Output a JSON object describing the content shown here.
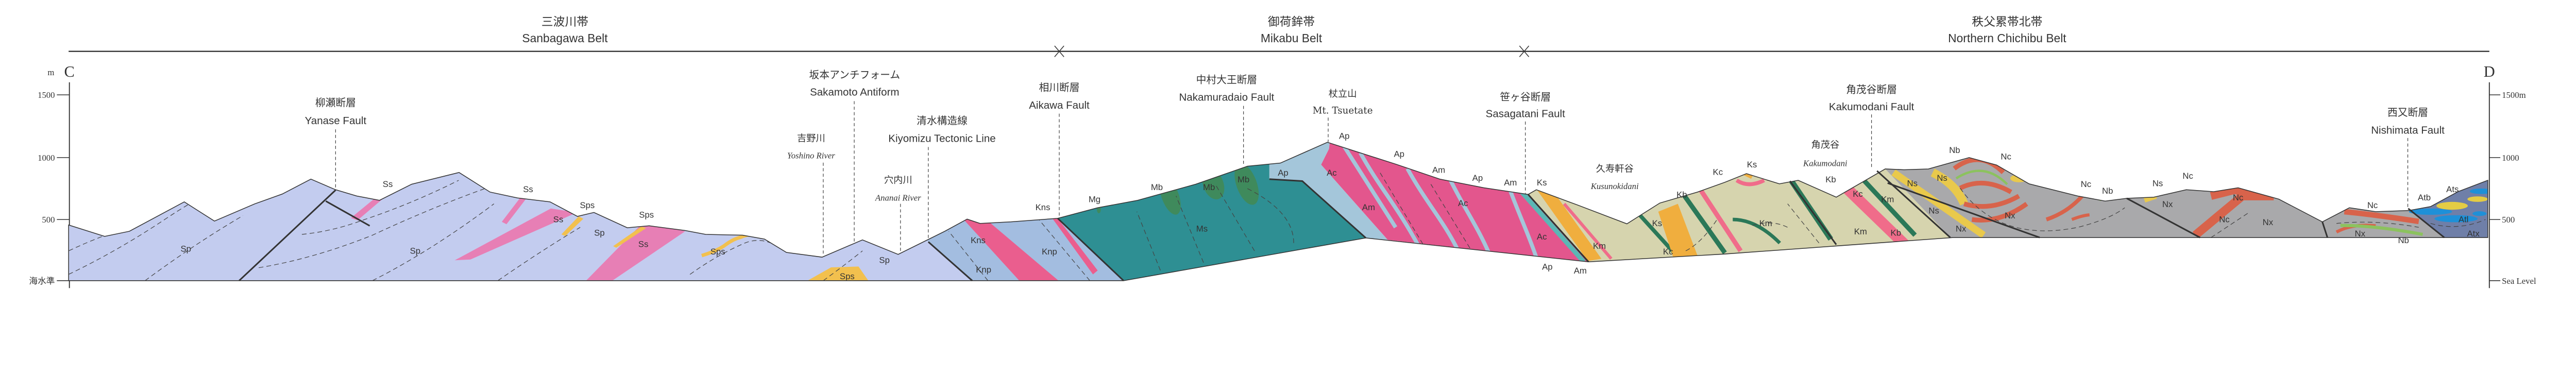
{
  "belts": [
    {
      "jp": "三波川帯",
      "en": "Sanbagawa Belt"
    },
    {
      "jp": "御荷鉾帯",
      "en": "Mikabu Belt"
    },
    {
      "jp": "秩父累帯北帯",
      "en": "Northern Chichibu Belt"
    }
  ],
  "section": {
    "start": "C",
    "end": "D"
  },
  "left_axis": {
    "unit": "m",
    "ticks": [
      "1500",
      "1000",
      "500",
      "海水準"
    ]
  },
  "right_axis": {
    "ticks": [
      "1500m",
      "1000",
      "500",
      "Sea Level"
    ]
  },
  "features": [
    {
      "jp": "柳瀬断層",
      "en": "Yanase Fault"
    },
    {
      "jp": "坂本アンチフォーム",
      "en": "Sakamoto Antiform"
    },
    {
      "jp": "吉野川",
      "en": "Yoshino River"
    },
    {
      "jp": "清水構造線",
      "en": "Kiyomizu Tectonic Line"
    },
    {
      "jp": "穴内川",
      "en": "Ananai River"
    },
    {
      "jp": "相川断層",
      "en": "Aikawa Fault"
    },
    {
      "jp": "中村大王断層",
      "en": "Nakamuradaio Fault"
    },
    {
      "jp": "杖立山",
      "en": "Mt. Tsuetate"
    },
    {
      "jp": "笹ヶ谷断層",
      "en": "Sasagatani Fault"
    },
    {
      "jp": "久寿軒谷",
      "en": "Kusunokidani"
    },
    {
      "jp": "角茂谷断層",
      "en": "Kakumodani Fault"
    },
    {
      "jp": "角茂谷",
      "en": "Kakumodani"
    },
    {
      "jp": "西又断層",
      "en": "Nishimata Fault"
    }
  ],
  "unit_labels": [
    "Ss",
    "Ss",
    "Sps",
    "Sps",
    "Ss",
    "Sp",
    "Ss",
    "Sps",
    "Sp",
    "Sp",
    "Sps",
    "Sp",
    "Kns",
    "Knp",
    "Kns",
    "Mg",
    "Knp",
    "Mb",
    "Mb",
    "Mb",
    "Ms",
    "Ap",
    "Ap",
    "Ac",
    "Am",
    "Ap",
    "Am",
    "Ac",
    "Ap",
    "Am",
    "Ks",
    "Ac",
    "Ap",
    "Am",
    "Km",
    "Ks",
    "Kc",
    "Kb",
    "Kc",
    "Ks",
    "Kb",
    "Kc",
    "Km",
    "Km",
    "Km",
    "Kb",
    "Ns",
    "Ns",
    "Ns",
    "Nx",
    "Nb",
    "Nc",
    "Nx",
    "Nc",
    "Nb",
    "Ns",
    "Nc",
    "Nx",
    "Nc",
    "Nc",
    "Nx",
    "Nc",
    "Nx",
    "Nb",
    "Atb",
    "Ats",
    "Atl",
    "Atx"
  ],
  "colors": {
    "Sp": "#c3ccef",
    "Ss": "#e77fb5",
    "Sps": "#f2c04e",
    "Knp": "#a3bde0",
    "Kns": "#ea5e8e",
    "Ms": "#2e8f93",
    "Mb": "#3f8a5c",
    "Ap": "#a4c6da",
    "Ac": "#e3568d",
    "Am": "#5ab7b5",
    "Km": "#d6d4ae",
    "Ks": "#f0ae3e",
    "Kc": "#f06c8a",
    "Kb": "#2b7858",
    "Nx": "#a9a9ab",
    "Nc": "#d8634b",
    "Ns": "#e9c94c",
    "Nb": "#8cc25e",
    "Atx": "#6f7fa8",
    "Atl": "#1e90d8",
    "Ats": "#e4cc44"
  }
}
